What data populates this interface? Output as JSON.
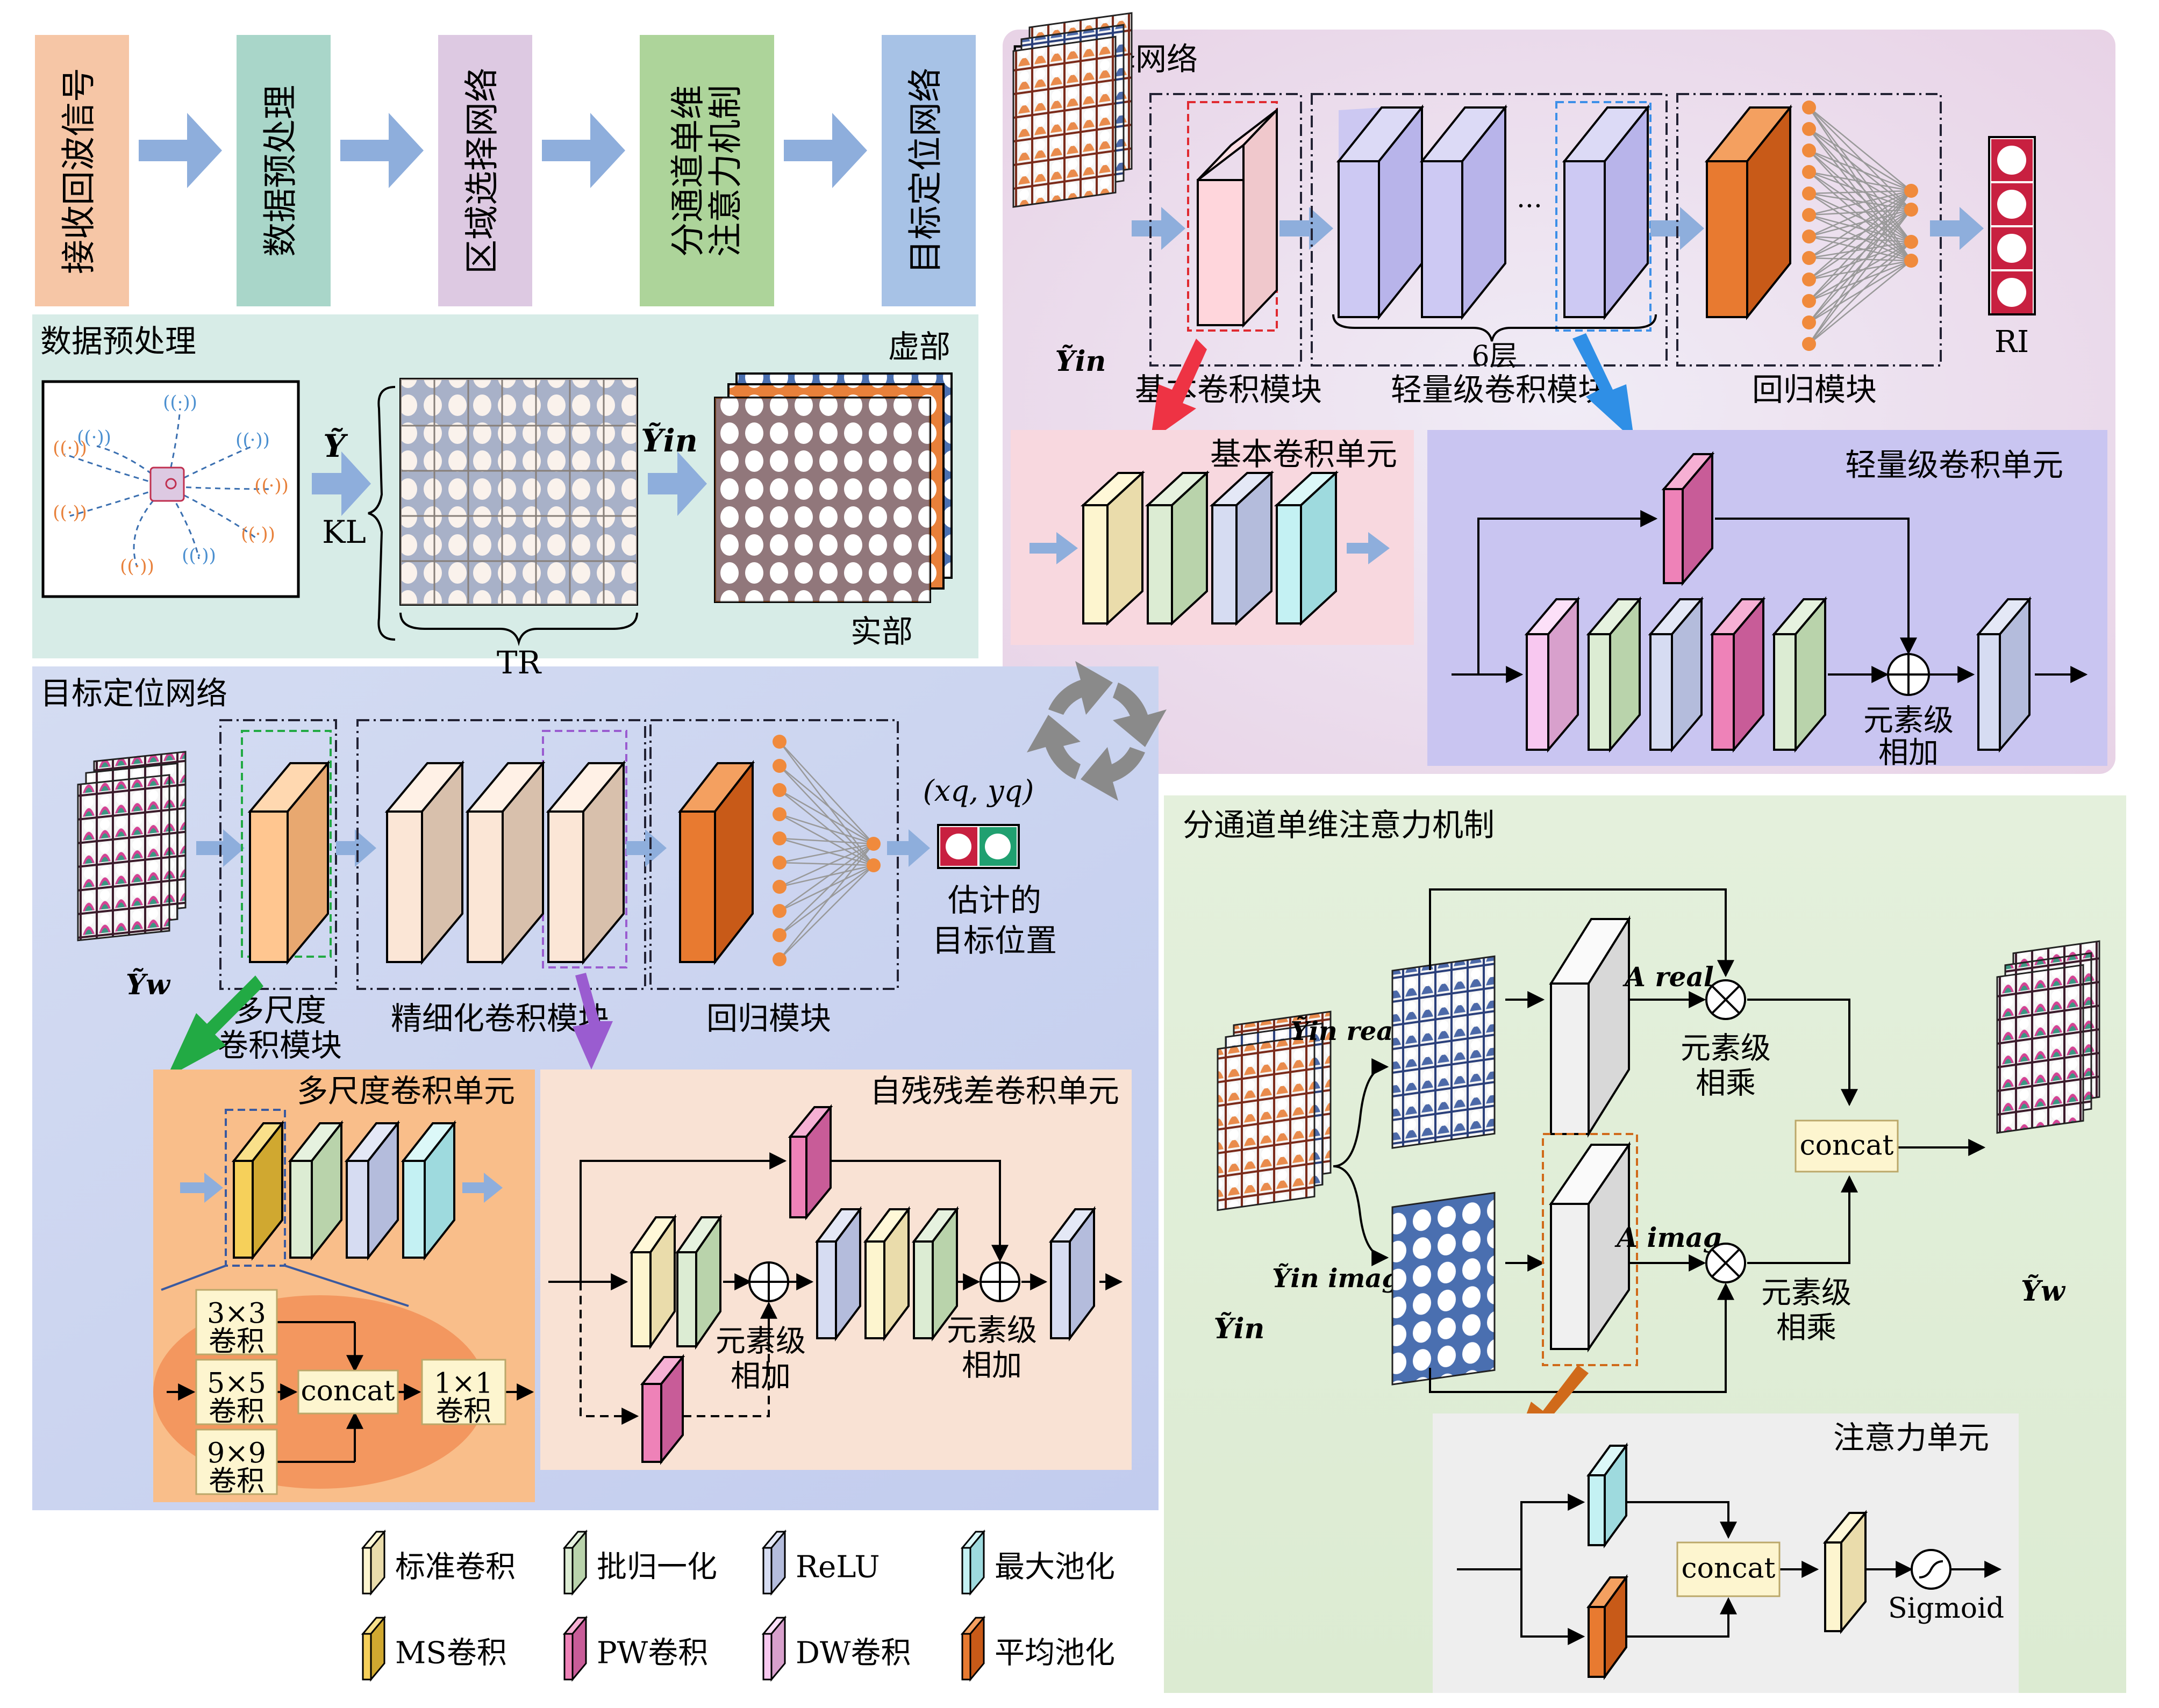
{
  "pipeline": {
    "steps": [
      "接收回波信号",
      "数据预处理",
      "区域选择网络",
      "分通道单维注意力机制",
      "目标定位网络"
    ],
    "colors": [
      "#f6c6a6",
      "#a9d6c9",
      "#ddc9e2",
      "#add49a",
      "#a7c2e6"
    ]
  },
  "preprocess": {
    "title": "数据预处理",
    "y_label": "Ỹ",
    "kl_label": "KL",
    "tr_label": "TR",
    "yin_label": "Ỹin",
    "imag_label": "虚部",
    "real_label": "实部"
  },
  "rsn": {
    "title": "区域选择网络",
    "input_label": "Ỹin",
    "basic_module": "基本卷积模块",
    "light_module": "轻量级卷积模块",
    "layers_label": "6层",
    "ellipsis": "···",
    "regression_module": "回归模块",
    "ri_label": "RI",
    "basic_unit_title": "基本卷积单元",
    "light_unit_title": "轻量级卷积单元",
    "add_label_1": "元素级",
    "add_label_2": "相加"
  },
  "tln": {
    "title": "目标定位网络",
    "input_label": "Ỹw",
    "coord_label": "(xq, yq)",
    "output_label_1": "估计的",
    "output_label_2": "目标位置",
    "ms_module_1": "多尺度",
    "ms_module_2": "卷积模块",
    "refine_module": "精细化卷积模块",
    "regression_module": "回归模块",
    "ms_unit_title": "多尺度卷积单元",
    "res_unit_title": "自残残差卷积单元",
    "k3_1": "3×3",
    "k5_1": "5×5",
    "k9_1": "9×9",
    "k1_1": "1×1",
    "k_2": "卷积",
    "concat": "concat",
    "add_label_1": "元素级",
    "add_label_2": "相加"
  },
  "attention": {
    "title": "分通道单维注意力机制",
    "yin_label": "Ỹin",
    "yreal_label": "Ỹin real",
    "yimag_label": "Ỹin imag",
    "areal_label": "A real",
    "aimag_label": "A imag",
    "mul_label_1": "元素级",
    "mul_label_2": "相乘",
    "concat": "concat",
    "yw_label": "Ỹw",
    "unit_title": "注意力单元",
    "sigmoid_label": "Sigmoid"
  },
  "legend": {
    "items": [
      {
        "label": "标准卷积",
        "color": "#fdf5cf"
      },
      {
        "label": "批归一化",
        "color": "#dcecd3"
      },
      {
        "label": "ReLU",
        "color": "#d6dcf2"
      },
      {
        "label": "最大池化",
        "color": "#c4f1f3"
      },
      {
        "label": "MS卷积",
        "color": "#f6d05a"
      },
      {
        "label": "PW卷积",
        "color": "#ee82b8"
      },
      {
        "label": "DW卷积",
        "color": "#f8c8f0"
      },
      {
        "label": "平均池化",
        "color": "#e87a30"
      }
    ]
  },
  "colors": {
    "arrow_blue": "#8eaedc",
    "orange_node": "#f08a3c",
    "red_arrow": "#ee3344",
    "blue_arrow": "#2f8fe6",
    "green_arrow": "#22aa44",
    "purple_arrow": "#9a5cd0",
    "brown_arrow": "#d06a1a"
  }
}
